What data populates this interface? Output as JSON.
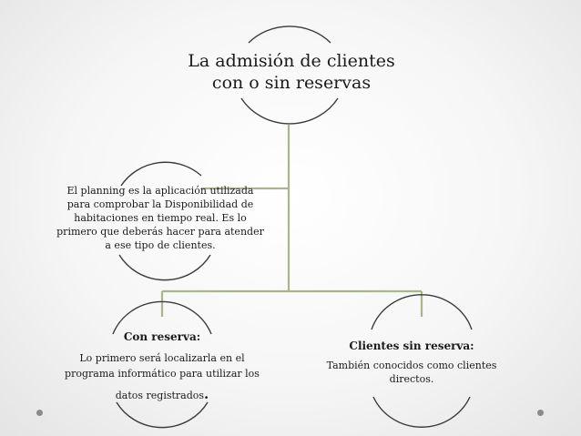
{
  "root": {
    "line1": "La admisión de clientes",
    "line2": "con o sin reservas"
  },
  "planning": {
    "text": "El planning es la aplicación utilizada para comprobar la Disponibilidad de habitaciones en tiempo real. Es lo primero que deberás hacer para atender a ese tipo de clientes."
  },
  "con_reserva": {
    "title": "Con reserva:",
    "body": "Lo primero será localizarla en el programa informático para utilizar los",
    "last": "datos registrados",
    "period": "."
  },
  "sin_reserva": {
    "title": "Clientes sin reserva:",
    "body": "También conocidos como clientes directos."
  },
  "colors": {
    "connector": "#a9b58b",
    "arc": "#3b3b3b",
    "nav_dot": "#8a8a8a"
  }
}
